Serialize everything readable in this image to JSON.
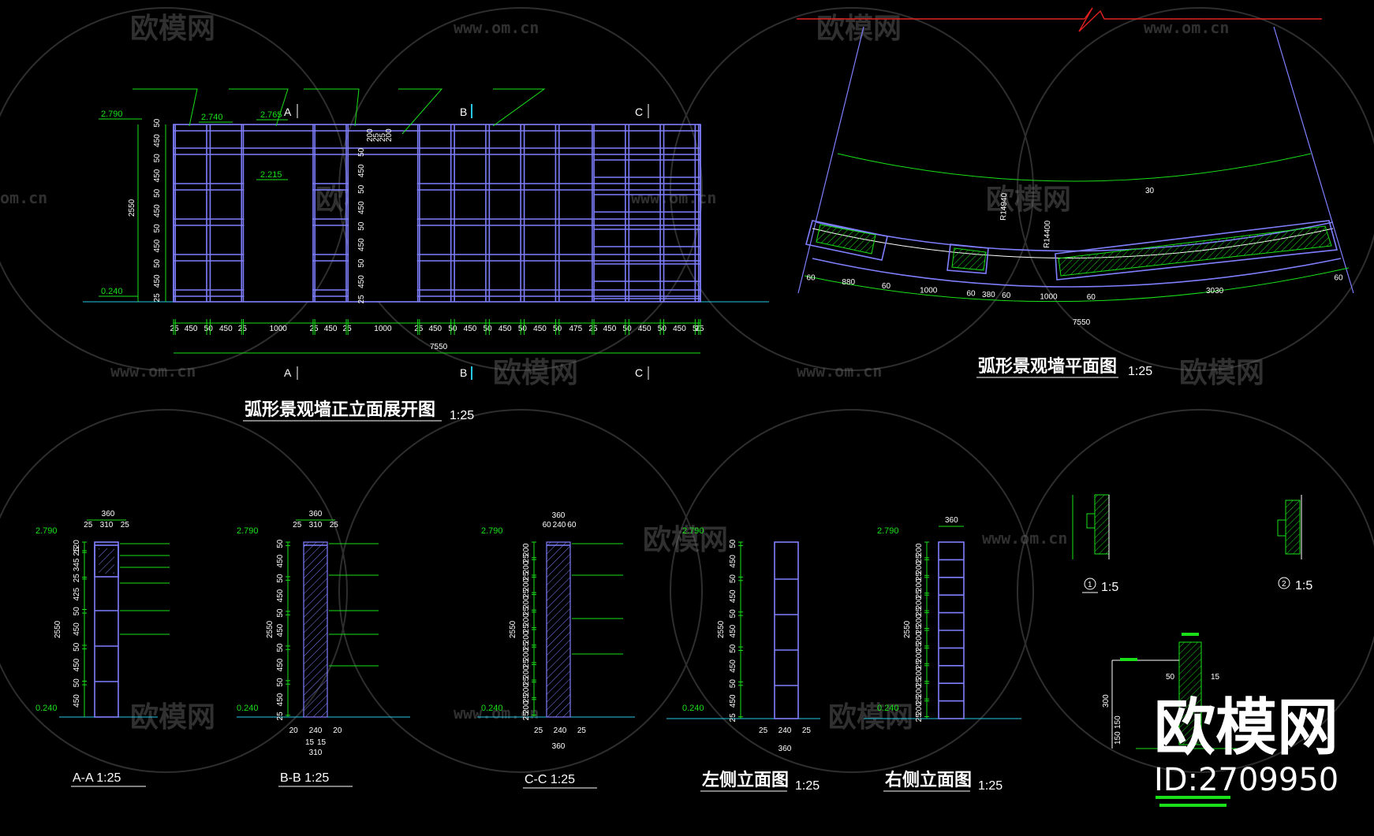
{
  "titles": {
    "elevation": "弧形景观墙正立面展开图",
    "elevation_scale": "1:25",
    "plan": "弧形景观墙平面图",
    "plan_scale": "1:25",
    "section_aa": "A-A 1:25",
    "section_bb": "B-B 1:25",
    "section_cc": "C-C 1:25",
    "left_elev": "左侧立面图",
    "left_scale": "1:25",
    "right_elev": "右侧立面图",
    "right_scale": "1:25",
    "detail1_scale": "1:5",
    "detail2_scale": "1:5"
  },
  "section_marks": {
    "a": "A",
    "b": "B",
    "c": "C"
  },
  "levels": {
    "top": "2.790",
    "l2740": "2.740",
    "l2765": "2.765",
    "l2215": "2.215",
    "bottom": "0.240",
    "sec_top": "2.790",
    "sec_bottom": "0.240"
  },
  "elevation_dims": {
    "bottom_row": [
      "25",
      "450",
      "50",
      "450",
      "25",
      "1000",
      "25",
      "450",
      "25",
      "1000",
      "25",
      "450",
      "50",
      "450",
      "50",
      "450",
      "50",
      "450",
      "50",
      "475",
      "25",
      "450",
      "50",
      "450",
      "50",
      "450",
      "50",
      "25"
    ],
    "total": "7550",
    "height": "2550",
    "left_col": [
      "50",
      "450",
      "50",
      "450",
      "50",
      "450",
      "50",
      "450",
      "50",
      "450",
      "25"
    ],
    "mid_col": [
      "50",
      "450",
      "50",
      "450",
      "50",
      "450",
      "50",
      "450",
      "25"
    ],
    "mid_col_top": [
      "200",
      "25",
      "25",
      "200"
    ]
  },
  "plan_dims": {
    "row": [
      "60",
      "880",
      "60",
      "1000",
      "60",
      "380",
      "60",
      "1000",
      "60",
      "3030",
      "60"
    ],
    "total": "7550",
    "r1": "R14940",
    "r2": "R14400",
    "angle": "30"
  },
  "section_dims": {
    "aa_top": [
      "360",
      "25",
      "310",
      "25"
    ],
    "aa_side": [
      "120",
      "25",
      "345",
      "25",
      "425",
      "50",
      "450",
      "50",
      "450",
      "50",
      "450"
    ],
    "aa_height": "2550",
    "bb_top": [
      "360",
      "25",
      "310",
      "25"
    ],
    "bb_bottom": [
      "20",
      "240",
      "20",
      "15",
      "15",
      "310"
    ],
    "bb_height": "2550",
    "cc_top": [
      "360",
      "60",
      "240",
      "60"
    ],
    "cc_bottom": [
      "25",
      "240",
      "25",
      "25",
      "360"
    ],
    "cc_height": "2550",
    "left_bottom": [
      "25",
      "240",
      "25",
      "360"
    ],
    "left_height": "2550",
    "right_top": "360",
    "right_height": "2550",
    "detail_dims": [
      "50",
      "150",
      "150",
      "300",
      "15"
    ]
  },
  "watermark": {
    "text": "欧模网",
    "url": "www.om.cn",
    "partial_url": "om.cn"
  },
  "brand": {
    "name": "欧模网",
    "id": "ID:2709950"
  },
  "colors": {
    "wall": "#7f7fff",
    "dim": "#19e019",
    "ground": "#24c8e6",
    "break": "#e02020"
  }
}
